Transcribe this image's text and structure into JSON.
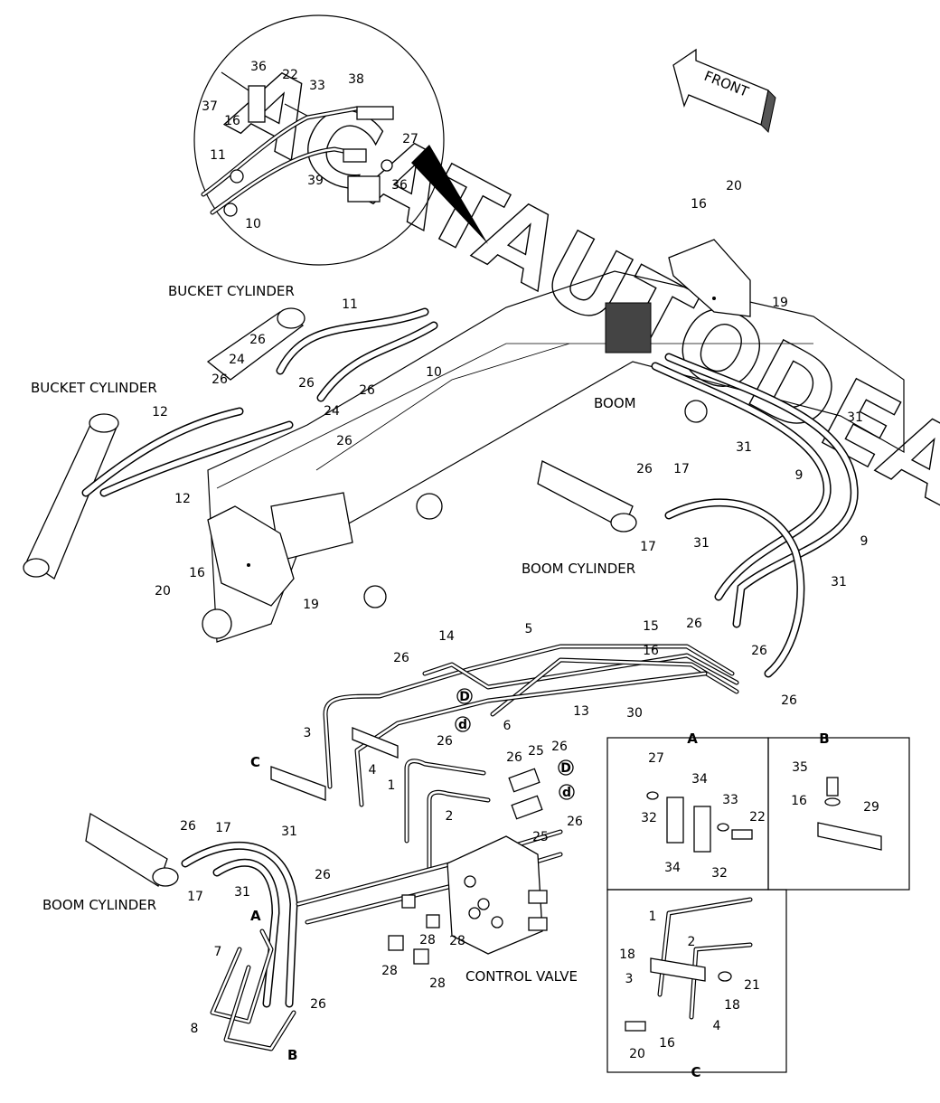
{
  "watermark": "ACATAUTODEALER.RU",
  "front_label": "FRONT",
  "captions": {
    "bucket_cylinder_top": "BUCKET CYLINDER",
    "bucket_cylinder_left": "BUCKET CYLINDER",
    "boom": "BOOM",
    "boom_cylinder_right": "BOOM CYLINDER",
    "boom_cylinder_left": "BOOM CYLINDER",
    "control_valve": "CONTROL VALVE"
  },
  "detail_views": {
    "a": "A",
    "b": "B",
    "c": "C"
  },
  "port_markers": {
    "D1": "D",
    "d1": "d",
    "D2": "D",
    "d2": "d"
  },
  "view_markers": {
    "A": "A",
    "B": "B",
    "C": "C"
  },
  "callouts": [
    {
      "id": "36a",
      "text": "36"
    },
    {
      "id": "22a",
      "text": "22"
    },
    {
      "id": "33a",
      "text": "33"
    },
    {
      "id": "38",
      "text": "38"
    },
    {
      "id": "37",
      "text": "37"
    },
    {
      "id": "16a",
      "text": "16"
    },
    {
      "id": "27a",
      "text": "27"
    },
    {
      "id": "11a",
      "text": "11"
    },
    {
      "id": "39",
      "text": "39"
    },
    {
      "id": "36b",
      "text": "36"
    },
    {
      "id": "10a",
      "text": "10"
    },
    {
      "id": "20a",
      "text": "20"
    },
    {
      "id": "16b",
      "text": "16"
    },
    {
      "id": "19a",
      "text": "19"
    },
    {
      "id": "11b",
      "text": "11"
    },
    {
      "id": "10b",
      "text": "10"
    },
    {
      "id": "26a",
      "text": "26"
    },
    {
      "id": "24a",
      "text": "24"
    },
    {
      "id": "26b",
      "text": "26"
    },
    {
      "id": "26c",
      "text": "26"
    },
    {
      "id": "26d",
      "text": "26"
    },
    {
      "id": "24b",
      "text": "24"
    },
    {
      "id": "26e",
      "text": "26"
    },
    {
      "id": "12a",
      "text": "12"
    },
    {
      "id": "12b",
      "text": "12"
    },
    {
      "id": "31a",
      "text": "31"
    },
    {
      "id": "31b",
      "text": "31"
    },
    {
      "id": "9a",
      "text": "9"
    },
    {
      "id": "26f",
      "text": "26"
    },
    {
      "id": "17a",
      "text": "17"
    },
    {
      "id": "17b",
      "text": "17"
    },
    {
      "id": "31c",
      "text": "31"
    },
    {
      "id": "9b",
      "text": "9"
    },
    {
      "id": "31d",
      "text": "31"
    },
    {
      "id": "20b",
      "text": "20"
    },
    {
      "id": "16c",
      "text": "16"
    },
    {
      "id": "19b",
      "text": "19"
    },
    {
      "id": "14",
      "text": "14"
    },
    {
      "id": "5",
      "text": "5"
    },
    {
      "id": "15",
      "text": "15"
    },
    {
      "id": "26g",
      "text": "26"
    },
    {
      "id": "16d",
      "text": "16"
    },
    {
      "id": "26h",
      "text": "26"
    },
    {
      "id": "26i",
      "text": "26"
    },
    {
      "id": "13",
      "text": "13"
    },
    {
      "id": "30",
      "text": "30"
    },
    {
      "id": "26j",
      "text": "26"
    },
    {
      "id": "6",
      "text": "6"
    },
    {
      "id": "3a",
      "text": "3"
    },
    {
      "id": "26k",
      "text": "26"
    },
    {
      "id": "4a",
      "text": "4"
    },
    {
      "id": "1a",
      "text": "1"
    },
    {
      "id": "26l",
      "text": "26"
    },
    {
      "id": "25a",
      "text": "25"
    },
    {
      "id": "26m",
      "text": "26"
    },
    {
      "id": "2a",
      "text": "2"
    },
    {
      "id": "26n",
      "text": "26"
    },
    {
      "id": "25b",
      "text": "25"
    },
    {
      "id": "26o",
      "text": "26"
    },
    {
      "id": "17c",
      "text": "17"
    },
    {
      "id": "31e",
      "text": "31"
    },
    {
      "id": "17d",
      "text": "17"
    },
    {
      "id": "31f",
      "text": "31"
    },
    {
      "id": "26p",
      "text": "26"
    },
    {
      "id": "7",
      "text": "7"
    },
    {
      "id": "28a",
      "text": "28"
    },
    {
      "id": "28b",
      "text": "28"
    },
    {
      "id": "28c",
      "text": "28"
    },
    {
      "id": "28d",
      "text": "28"
    },
    {
      "id": "26q",
      "text": "26"
    },
    {
      "id": "8",
      "text": "8"
    },
    {
      "id": "27b",
      "text": "27"
    },
    {
      "id": "34a",
      "text": "34"
    },
    {
      "id": "33b",
      "text": "33"
    },
    {
      "id": "32a",
      "text": "32"
    },
    {
      "id": "22b",
      "text": "22"
    },
    {
      "id": "34b",
      "text": "34"
    },
    {
      "id": "32b",
      "text": "32"
    },
    {
      "id": "35",
      "text": "35"
    },
    {
      "id": "16e",
      "text": "16"
    },
    {
      "id": "29",
      "text": "29"
    },
    {
      "id": "1b",
      "text": "1"
    },
    {
      "id": "2b",
      "text": "2"
    },
    {
      "id": "18a",
      "text": "18"
    },
    {
      "id": "3b",
      "text": "3"
    },
    {
      "id": "21",
      "text": "21"
    },
    {
      "id": "18b",
      "text": "18"
    },
    {
      "id": "4b",
      "text": "4"
    },
    {
      "id": "20c",
      "text": "20"
    },
    {
      "id": "16f",
      "text": "16"
    }
  ]
}
